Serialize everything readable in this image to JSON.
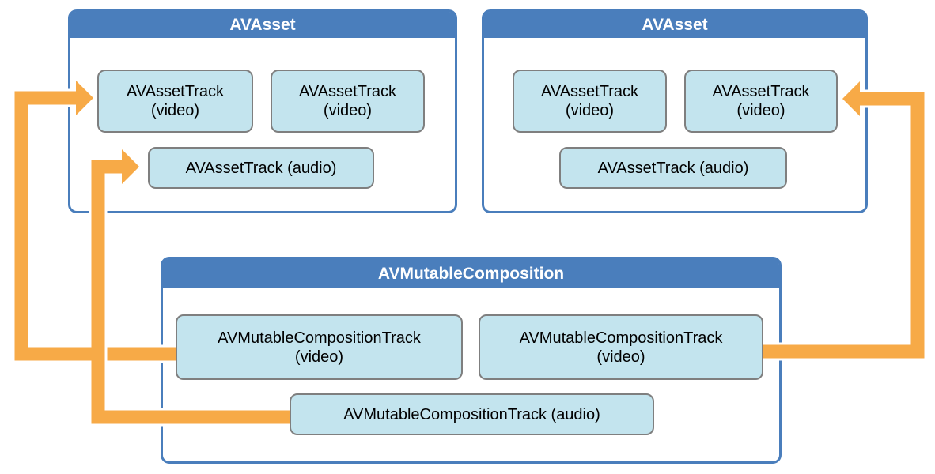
{
  "colors": {
    "header_blue": "#4A7EBC",
    "box_border_blue": "#4A7EBC",
    "track_fill": "#C3E4EE",
    "track_border": "#7F7F7F",
    "arrow_orange": "#F7AA47",
    "header_text": "#FFFFFF",
    "text_dark": "#000000",
    "background": "#FFFFFF"
  },
  "asset_left": {
    "title": "AVAsset",
    "video_track_1": {
      "name": "AVAssetTrack",
      "kind": "(video)"
    },
    "video_track_2": {
      "name": "AVAssetTrack",
      "kind": "(video)"
    },
    "audio_track": {
      "label": "AVAssetTrack (audio)"
    }
  },
  "asset_right": {
    "title": "AVAsset",
    "video_track_1": {
      "name": "AVAssetTrack",
      "kind": "(video)"
    },
    "video_track_2": {
      "name": "AVAssetTrack",
      "kind": "(video)"
    },
    "audio_track": {
      "label": "AVAssetTrack (audio)"
    }
  },
  "composition": {
    "title": "AVMutableComposition",
    "video_track_1": {
      "name": "AVMutableCompositionTrack",
      "kind": "(video)"
    },
    "video_track_2": {
      "name": "AVMutableCompositionTrack",
      "kind": "(video)"
    },
    "audio_track": {
      "label": "AVMutableCompositionTrack (audio)"
    }
  },
  "connections": [
    {
      "from": "composition video track 1",
      "to": "left asset video track 1"
    },
    {
      "from": "composition audio track",
      "to": "left asset audio track"
    },
    {
      "from": "composition video track 2",
      "to": "right asset video track 2"
    }
  ]
}
